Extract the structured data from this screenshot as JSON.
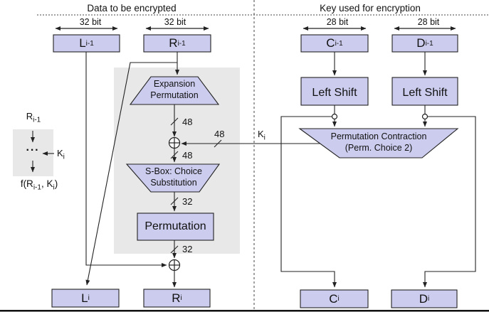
{
  "headers": {
    "left": "Data to be encrypted",
    "right": "Key used for encryption"
  },
  "bit_labels": {
    "l_prev": "32 bit",
    "r_prev": "32 bit",
    "c_prev": "28 bit",
    "d_prev": "28 bit"
  },
  "registers": {
    "l_prev": {
      "base": "L",
      "sub": "i-1"
    },
    "r_prev": {
      "base": "R",
      "sub": "i-1"
    },
    "c_prev": {
      "base": "C",
      "sub": "i-1"
    },
    "d_prev": {
      "base": "D",
      "sub": "i-1"
    },
    "l_cur": {
      "base": "L",
      "sub": "i"
    },
    "r_cur": {
      "base": "R",
      "sub": "i"
    },
    "c_cur": {
      "base": "C",
      "sub": "i"
    },
    "d_cur": {
      "base": "D",
      "sub": "i"
    }
  },
  "blocks": {
    "expansion": {
      "line1": "Expansion",
      "line2": "Permutation"
    },
    "sbox": {
      "line1": "S-Box: Choice",
      "line2": "Substitution"
    },
    "permutation": "Permutation",
    "left_shift_c": "Left Shift",
    "left_shift_d": "Left Shift",
    "perm_contraction": {
      "line1": "Permutation Contraction",
      "line2": "(Perm. Choice 2)"
    }
  },
  "bus_widths": {
    "expansion_out": "48",
    "key_in": "48",
    "xor_out": "48",
    "sbox_out": "32",
    "perm_out": "32"
  },
  "key_label": {
    "base": "K",
    "sub": "i"
  },
  "legend": {
    "input": {
      "base": "R",
      "sub": "i-1"
    },
    "dots": "···",
    "key": {
      "base": "K",
      "sub": "i"
    },
    "f_parts": [
      "f(R",
      "i-1",
      ", K",
      "i",
      ")"
    ]
  },
  "colors": {
    "box_fill": "#ccccee",
    "panel_gray": "#e8e8e8",
    "line": "#222222"
  }
}
